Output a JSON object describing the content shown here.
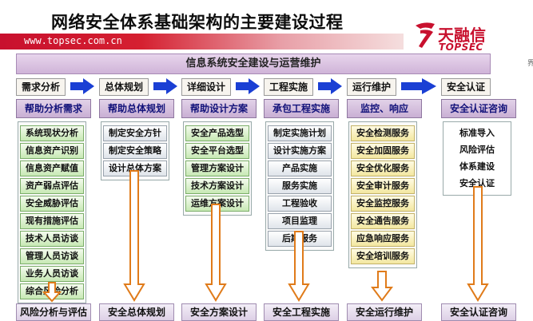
{
  "title": "网络安全体系基础架构的主要建设过程",
  "url": "www.topsec.com.cn",
  "logo": {
    "cn": "天融信",
    "en": "TOPSEC"
  },
  "side_text": "界",
  "banner": "信息系统安全建设与运营维护",
  "colors": {
    "brand_red": "#c8102e",
    "arrow_blue": "#1a3fd4",
    "arrow_orange": "#e07b1a"
  },
  "columns": [
    {
      "phase": "需求分析",
      "sub": "帮助分析需求",
      "items": [
        "系统现状分析",
        "信息资产识别",
        "信息资产赋值",
        "资产弱点评估",
        "安全威胁评估",
        "现有措施评估",
        "技术人员访谈",
        "管理人员访谈",
        "业务人员访谈",
        "综合风险分析"
      ],
      "bottom": "风险分析与评估"
    },
    {
      "phase": "总体规划",
      "sub": "帮助总体规划",
      "items": [
        "制定安全方针",
        "制定安全策略",
        "设计总体方案"
      ],
      "bottom": "安全总体规划"
    },
    {
      "phase": "详细设计",
      "sub": "帮助设计方案",
      "items": [
        "安全产品选型",
        "安全平台选型",
        "管理方案设计",
        "技术方案设计",
        "运维方案设计"
      ],
      "bottom": "安全方案设计"
    },
    {
      "phase": "工程实施",
      "sub": "承包工程实施",
      "items": [
        "制定实施计划",
        "设计实施方案",
        "产品实施",
        "服务实施",
        "工程验收",
        "项目监理",
        "后期服务"
      ],
      "bottom": "安全工程实施"
    },
    {
      "phase": "运行维护",
      "sub": "监控、响应",
      "items": [
        "安全检测服务",
        "安全加固服务",
        "安全优化服务",
        "安全审计服务",
        "安全监控服务",
        "安全通告服务",
        "应急响应服务",
        "安全培训服务"
      ],
      "bottom": "安全运行维护"
    },
    {
      "phase": "安全认证",
      "sub": "安全认证咨询",
      "items": [
        "标准导入",
        "风险评估",
        "体系建设",
        "安全认证"
      ],
      "bottom": "安全认证咨询"
    }
  ]
}
